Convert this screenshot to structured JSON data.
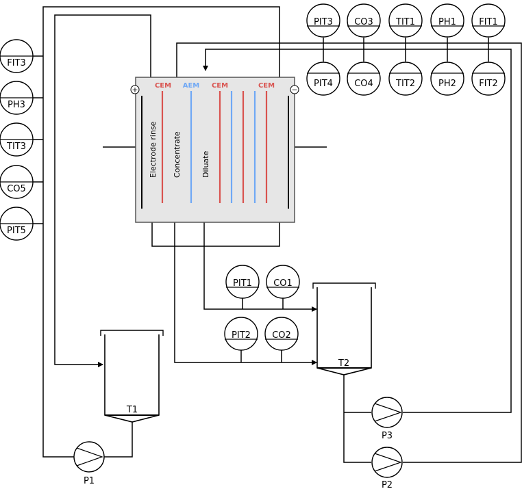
{
  "instruments": {
    "fit3": "FIT3",
    "ph3": "PH3",
    "tit3": "TIT3",
    "co5": "CO5",
    "pit5": "PIT5",
    "pit3": "PIT3",
    "co3": "CO3",
    "tit1": "TIT1",
    "ph1": "PH1",
    "fit1": "FIT1",
    "pit4": "PIT4",
    "co4": "CO4",
    "tit2": "TIT2",
    "ph2": "PH2",
    "fit2": "FIT2",
    "pit1": "PIT1",
    "co1": "CO1",
    "pit2": "PIT2",
    "co2": "CO2"
  },
  "stack": {
    "membranes": {
      "cem1": "CEM",
      "aem": "AEM",
      "cem2": "CEM",
      "cem3": "CEM"
    },
    "channels": {
      "rinse": "Electrode rinse",
      "concentrate": "Concentrate",
      "diluate": "Diluate"
    },
    "electrodes": {
      "plus": "+",
      "minus": "−"
    }
  },
  "tanks": {
    "t1": "T1",
    "t2": "T2"
  },
  "pumps": {
    "p1": "P1",
    "p2": "P2",
    "p3": "P3"
  },
  "colors": {
    "cem": "#d9534f",
    "aem": "#6fa8f5",
    "stack_fill": "#e6e6e6"
  }
}
